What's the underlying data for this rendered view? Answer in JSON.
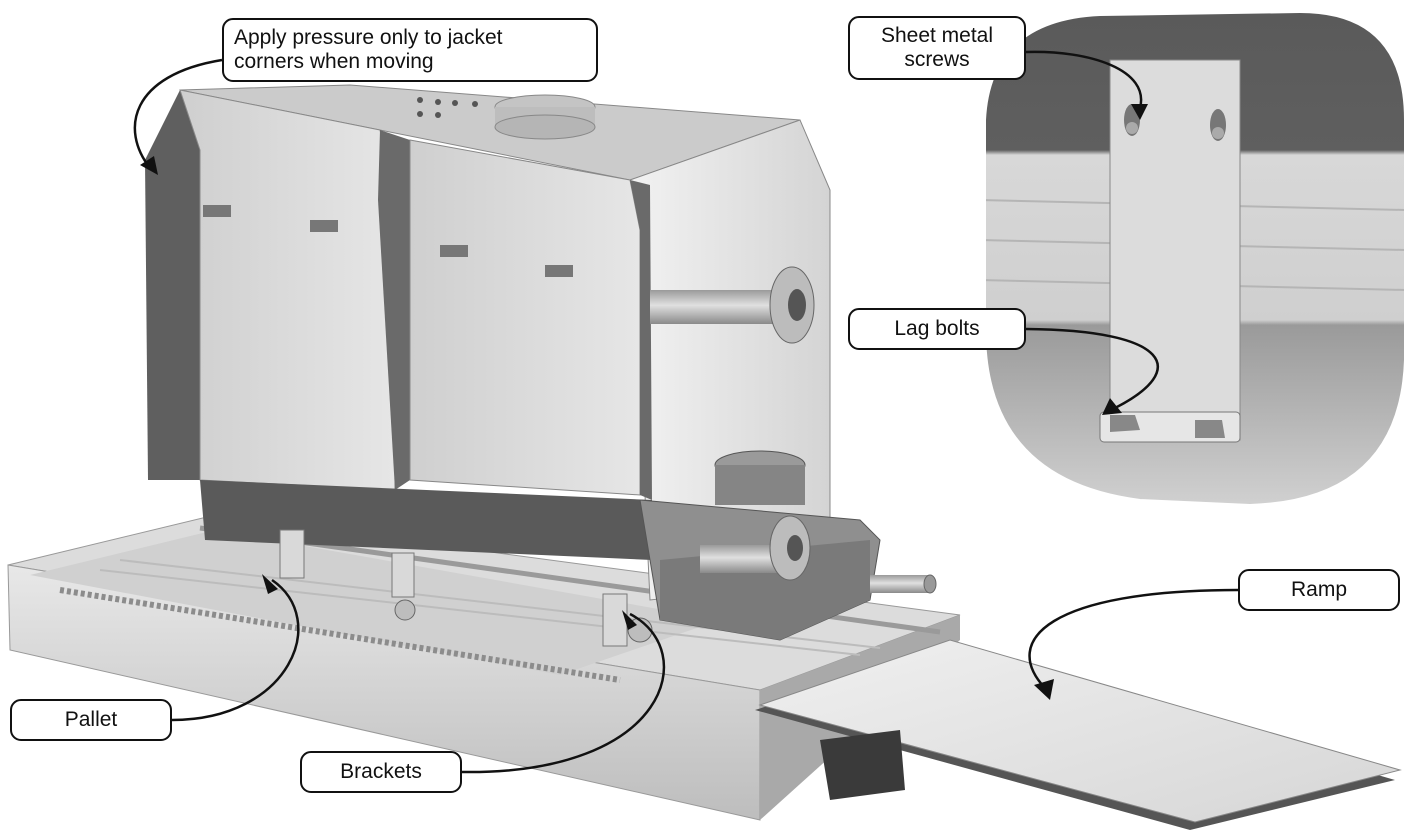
{
  "callouts": {
    "pressure": "Apply pressure only to jacket\ncorners when moving",
    "screws": "Sheet metal\nscrews",
    "lag": "Lag bolts",
    "ramp": "Ramp",
    "pallet": "Pallet",
    "brackets": "Brackets"
  },
  "colors": {
    "jacket_light": "#d9d9d9",
    "jacket_dark": "#6f6f6f",
    "pallet": "#c9c9c9",
    "ramp": "#e4e4e4",
    "outline": "#111111"
  }
}
